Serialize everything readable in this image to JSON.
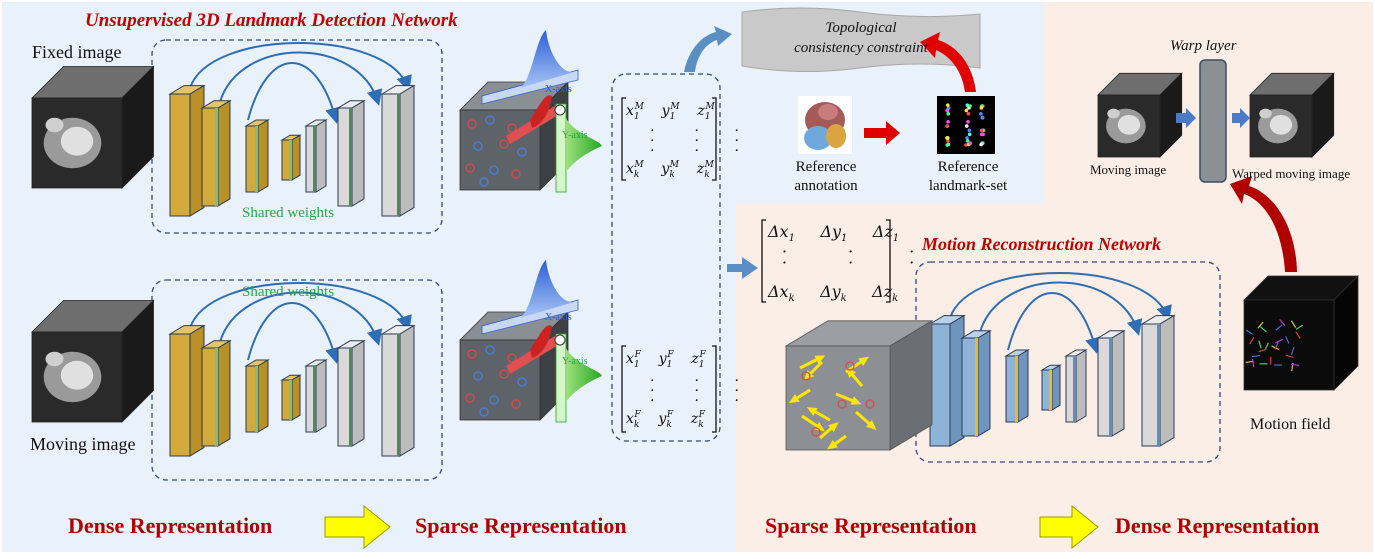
{
  "detection": {
    "title": "Unsupervised 3D Landmark Detection Network",
    "fixed_label": "Fixed image",
    "moving_label": "Moving image",
    "shared_weights_top": "Shared weights",
    "shared_weights_bottom": "Shared weights",
    "x_axis": "X-axis",
    "y_axis": "Y-axis"
  },
  "matrices": {
    "top": {
      "row1": [
        "x",
        "1",
        "M",
        "y",
        "1",
        "M",
        "z",
        "1",
        "M"
      ],
      "rowk": [
        "x",
        "k",
        "M",
        "y",
        "k",
        "M",
        "z",
        "k",
        "M"
      ]
    },
    "bottom": {
      "row1": [
        "x",
        "1",
        "F",
        "y",
        "1",
        "F",
        "z",
        "1",
        "F"
      ],
      "rowk": [
        "x",
        "k",
        "F",
        "y",
        "k",
        "F",
        "z",
        "k",
        "F"
      ]
    },
    "delta": {
      "row1": [
        "Δx",
        "1",
        "Δy",
        "1",
        "Δz",
        "1"
      ],
      "rowk": [
        "Δx",
        "k",
        "Δy",
        "k",
        "Δz",
        "k"
      ]
    }
  },
  "topology": {
    "constraint": "Topological consistency constraint",
    "constraint_line1": "Topological",
    "constraint_line2": "consistency constraint",
    "ref_annotation_1": "Reference",
    "ref_annotation_2": "annotation",
    "ref_landmark_1": "Reference",
    "ref_landmark_2": "landmark-set"
  },
  "warp": {
    "title": "Warp layer",
    "moving": "Moving image",
    "warped": "Warped moving image"
  },
  "motion": {
    "title": "Motion Reconstruction Network",
    "field": "Motion field"
  },
  "bottom_labels": {
    "left_dense": "Dense Representation",
    "left_sparse": "Sparse Representation",
    "right_sparse": "Sparse Representation",
    "right_dense": "Dense Representation"
  },
  "colors": {
    "panel_blue": "#e9f2fb",
    "panel_peach": "#fbeee6",
    "encoder_gold": "#d4aa3c",
    "decoder_gray": "#d9d9d9",
    "unet_blue": "#8db3d9",
    "arrow_red": "#cc0000",
    "title_red": "#c00000"
  }
}
